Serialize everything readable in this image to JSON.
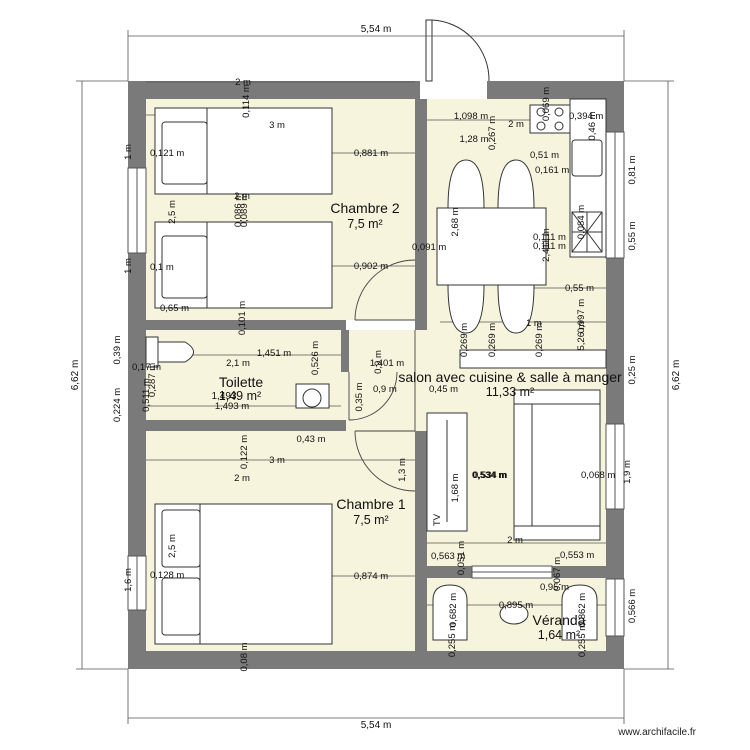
{
  "rooms": {
    "chambre2": {
      "name": "Chambre 2",
      "area": "7,5 m²"
    },
    "chambre1": {
      "name": "Chambre 1",
      "area": "7,5 m²"
    },
    "toilette": {
      "name": "Toilette",
      "area": "1,49 m²",
      "area_overlap": "1,493"
    },
    "salon": {
      "name": "salon avec cuisine & salle à manger",
      "area": "11,33 m²"
    },
    "veranda": {
      "name": "Véranda",
      "area": "1,64 m²"
    }
  },
  "overall": {
    "top_width": "5,54 m",
    "bottom_width": "5,54 m",
    "left_height": "6,62 m",
    "right_height": "6,62 m"
  },
  "dims": {
    "d_2m_top": "2 m",
    "d_0114": "0,114 m",
    "d_3m_c2": "3 m",
    "d_0121": "0,121 m",
    "d_1m_a": "1 m",
    "d_0881": "0,881 m",
    "d_2m_bed": "2 m",
    "d_25_a": "2,5 m",
    "d_0089": "0,089 m",
    "d_0086": "0,086 m",
    "d_01_a": "0,1 m",
    "d_1m_b": "1 m",
    "d_0902": "0,902 m",
    "d_065": "0,65 m",
    "d_0101": "0,101 m",
    "d_1098": "1,098 m",
    "d_0267": "0,267 m",
    "d_2m_k": "2 m",
    "d_0394": "0,394 m",
    "d_046": "0,46 m",
    "d_0069": "0,069 m",
    "d_128": "1,28 m",
    "d_051": "0,51 m",
    "d_0161": "0,161 m",
    "d_081": "0,81 m",
    "d_268": "2,68 m",
    "d_0091": "0,091 m",
    "d_0111a": "0,111 m",
    "d_0111b": "0,111 m",
    "d_2411": "2,411 m",
    "d_0084": "0,084 m",
    "d_055a": "0,55 m",
    "d_055b": "0,55 m",
    "d_1m_s": "1 m",
    "d_0997": "0,997 m",
    "d_526": "5,26 m",
    "d_039": "0,39 m",
    "d_1451": "1,451 m",
    "d_0526": "0,526 m",
    "d_09a": "0,9 m",
    "d_0269a": "0,269 m",
    "d_0269b": "0,269 m",
    "d_0269c": "0,269 m",
    "d_025": "0,25 m",
    "d_017": "0,17 m",
    "d_21": "2,1 m",
    "d_1401": "1,401 m",
    "d_0287": "0,287 m",
    "d_0511": "0,511 m",
    "d_1493": "1,493 m",
    "d_0224": "0,224 m",
    "d_035": "0,35 m",
    "d_09b": "0,9 m",
    "d_045": "0,45 m",
    "d_043": "0,43 m",
    "d_3m_c1": "3 m",
    "d_0122": "0,122 m",
    "d_2m_c1": "2 m",
    "d_13": "1,3 m",
    "d_0534a": "0,534 m",
    "d_0534b": "0,534 m",
    "d_0068": "0,068 m",
    "d_19": "1,9 m",
    "d_168": "1,68 m",
    "d_25_b": "2,5 m",
    "d_0128": "0,128 m",
    "d_16": "1,6 m",
    "d_0874": "0,874 m",
    "d_2m_s": "2 m",
    "d_0563": "0,563 m",
    "d_0553": "0,553 m",
    "d_0051": "0,051 m",
    "d_095": "0,95 m",
    "d_0067": "0,067 m",
    "d_0566": "0,566 m",
    "d_0895": "0,895 m",
    "d_0682": "0,682 m",
    "d_0255a": "0,255 m",
    "d_0255b": "0,255 m",
    "d_0862": "0,862 m",
    "d_008": "0,08 m",
    "d_tv": "TV"
  },
  "footer": {
    "brand": "www.archifacile.fr"
  },
  "colors": {
    "room_fill": "#f6f4dc",
    "wall": "#7a7a7a",
    "line": "#333333"
  }
}
